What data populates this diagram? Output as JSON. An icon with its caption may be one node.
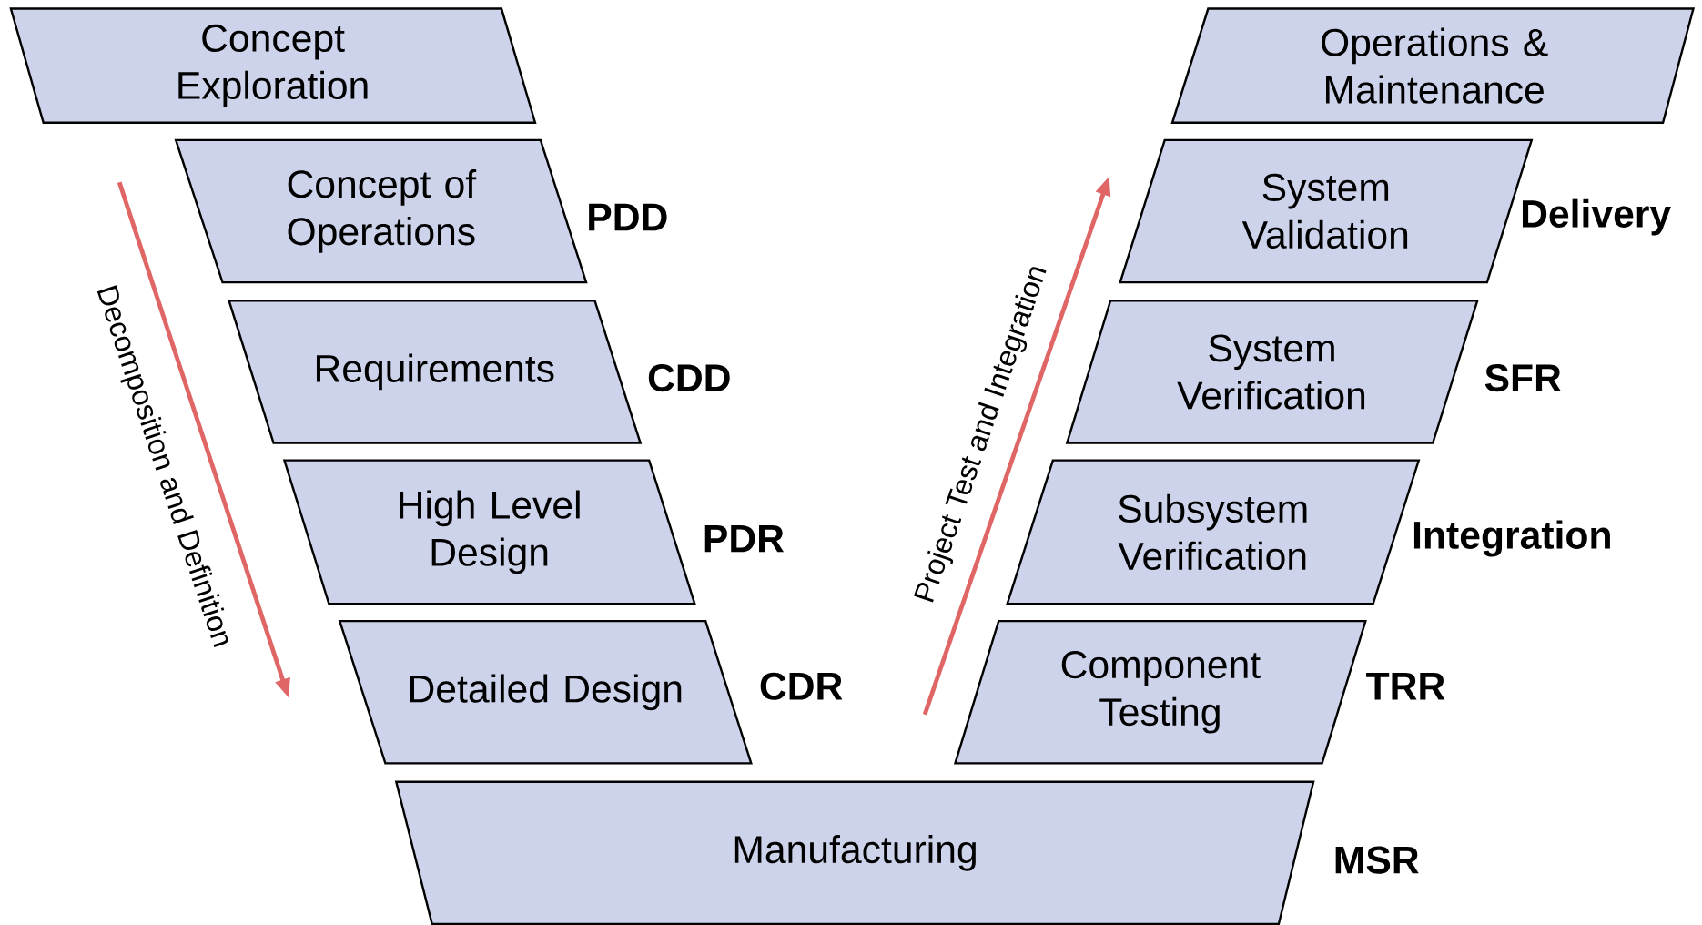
{
  "diagram": {
    "nodes": [
      {
        "text": [
          "Concept Exploration"
        ]
      },
      {
        "text": [
          "Concept of Operations"
        ],
        "beside": [
          "PDD"
        ]
      },
      {
        "text": [
          "Requirements"
        ],
        "beside": [
          "CDD"
        ]
      },
      {
        "text": [
          "High Level Design"
        ],
        "beside": [
          "PDR"
        ]
      },
      {
        "text": [
          "Detailed Design"
        ],
        "beside": [
          "CDR"
        ]
      },
      {
        "text": [
          "Manufacturing"
        ],
        "beside": [
          "MSR"
        ]
      },
      {
        "text": [
          "Component Testing"
        ],
        "beside": [
          "TRR"
        ]
      },
      {
        "text": [
          "Subsystem Verification"
        ],
        "beside": [
          "Integration"
        ]
      },
      {
        "text": [
          "System Verification"
        ],
        "beside": [
          "SFR"
        ]
      },
      {
        "text": [
          "System Validation"
        ],
        "beside": [
          "Delivery"
        ]
      },
      {
        "text": [
          "Operations & Maintenance"
        ]
      }
    ],
    "edges": [],
    "labels": [
      "Decomposition and Definition",
      "Project Test and Integration"
    ]
  }
}
